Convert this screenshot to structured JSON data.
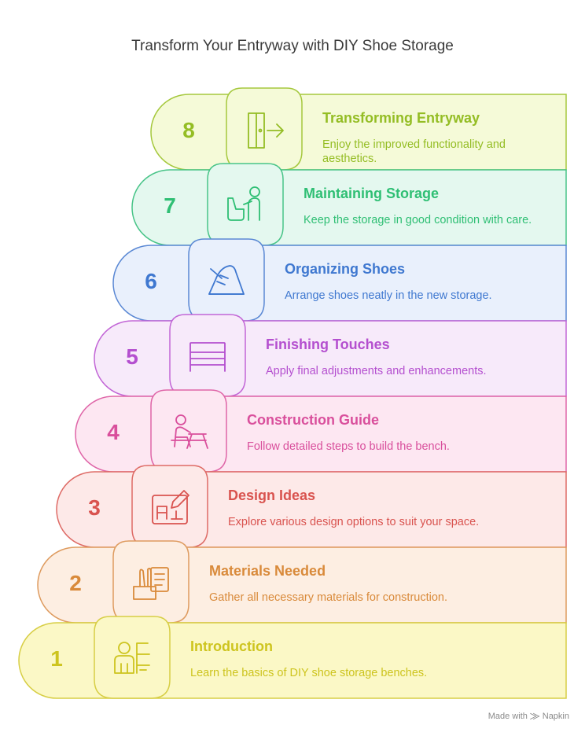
{
  "title": "Transform Your Entryway with DIY Shoe Storage",
  "steps": [
    {
      "number": "1",
      "title": "Introduction",
      "description": "Learn the basics of DIY shoe storage benches.",
      "icon": "person-with-shelf-icon",
      "fill": "#fbf8c6",
      "stroke": "#d7ce45",
      "accent": "#cdc41e"
    },
    {
      "number": "2",
      "title": "Materials Needed",
      "description": "Gather all necessary materials for construction.",
      "icon": "materials-list-icon",
      "fill": "#fdeee2",
      "stroke": "#de9b5f",
      "accent": "#d98a3a"
    },
    {
      "number": "3",
      "title": "Design Ideas",
      "description": "Explore various design options to suit your space.",
      "icon": "design-blueprint-icon",
      "fill": "#fde9e8",
      "stroke": "#de6b66",
      "accent": "#d9534f"
    },
    {
      "number": "4",
      "title": "Construction Guide",
      "description": "Follow detailed steps to build the bench.",
      "icon": "person-at-workbench-icon",
      "fill": "#fde7f2",
      "stroke": "#df66a8",
      "accent": "#d94f9c"
    },
    {
      "number": "5",
      "title": "Finishing Touches",
      "description": "Apply final adjustments and enhancements.",
      "icon": "bench-icon",
      "fill": "#f7eafa",
      "stroke": "#c266d6",
      "accent": "#b44fcf"
    },
    {
      "number": "6",
      "title": "Organizing Shoes",
      "description": "Arrange shoes neatly in the new storage.",
      "icon": "shoe-icon",
      "fill": "#e9f0fc",
      "stroke": "#5a88d4",
      "accent": "#3f78d0"
    },
    {
      "number": "7",
      "title": "Maintaining Storage",
      "description": "Keep the storage in good condition with care.",
      "icon": "person-cleaning-icon",
      "fill": "#e4f8ef",
      "stroke": "#48c488",
      "accent": "#2fbf74"
    },
    {
      "number": "8",
      "title": "Transforming Entryway",
      "description": "Enjoy the improved functionality and aesthetics.",
      "icon": "door-exit-icon",
      "fill": "#f5fad8",
      "stroke": "#a5c83d",
      "accent": "#94bd24"
    }
  ],
  "footer": {
    "made_with": "Made with",
    "brand": "Napkin"
  }
}
